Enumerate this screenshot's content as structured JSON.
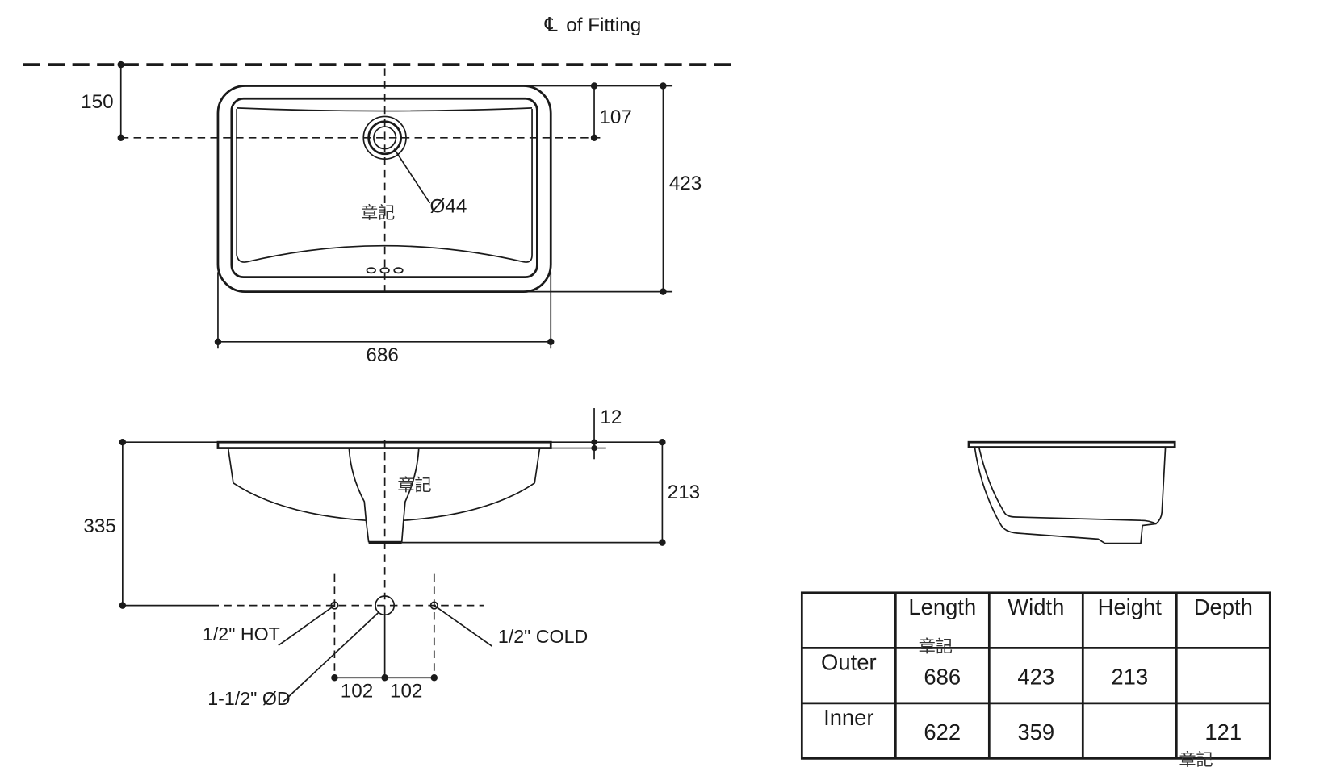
{
  "plan_view": {
    "centerline_symbol": "℄",
    "centerline_label": "of Fitting",
    "dim_wall_to_drain": "150",
    "dim_edge_to_drain": "107",
    "dim_outer_width": "423",
    "dim_outer_length": "686",
    "drain_diameter": "Ø44"
  },
  "section_view": {
    "dim_rim": "12",
    "dim_height": "213",
    "dim_supply_height": "335",
    "hot_label": "1/2\" HOT",
    "cold_label": "1/2\" COLD",
    "waste_label": "1-1/2\" ØD",
    "dim_hot_spacing": "102",
    "dim_cold_spacing": "102"
  },
  "watermark": "章記",
  "table": {
    "headers": [
      "",
      "Length",
      "Width",
      "Height",
      "Depth"
    ],
    "rows": [
      {
        "label": "Outer",
        "values": [
          "686",
          "423",
          "213",
          ""
        ]
      },
      {
        "label": "Inner",
        "values": [
          "622",
          "359",
          "",
          "121"
        ]
      }
    ]
  }
}
